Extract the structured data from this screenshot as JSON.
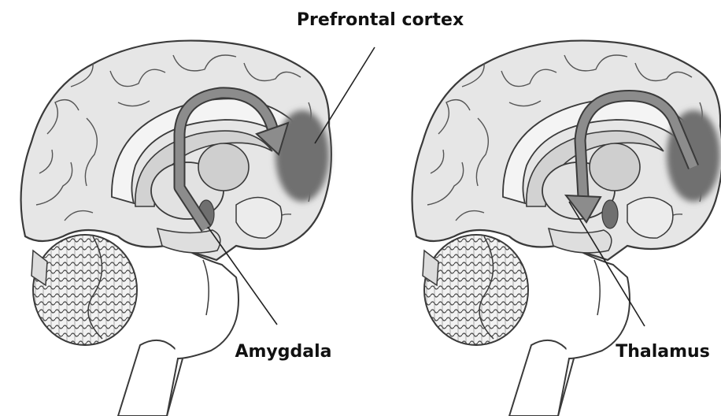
{
  "labels": {
    "prefrontal_cortex": "Prefrontal cortex",
    "amygdala": "Amygdala",
    "thalamus": "Thalamus"
  },
  "colors": {
    "background": "#ffffff",
    "cortex_fill": "#e6e6e6",
    "outline": "#3a3a3a",
    "inner_structure": "#d2d2d2",
    "highlight_region": "#6f6f6f",
    "arrow": "#8c8c8c"
  }
}
